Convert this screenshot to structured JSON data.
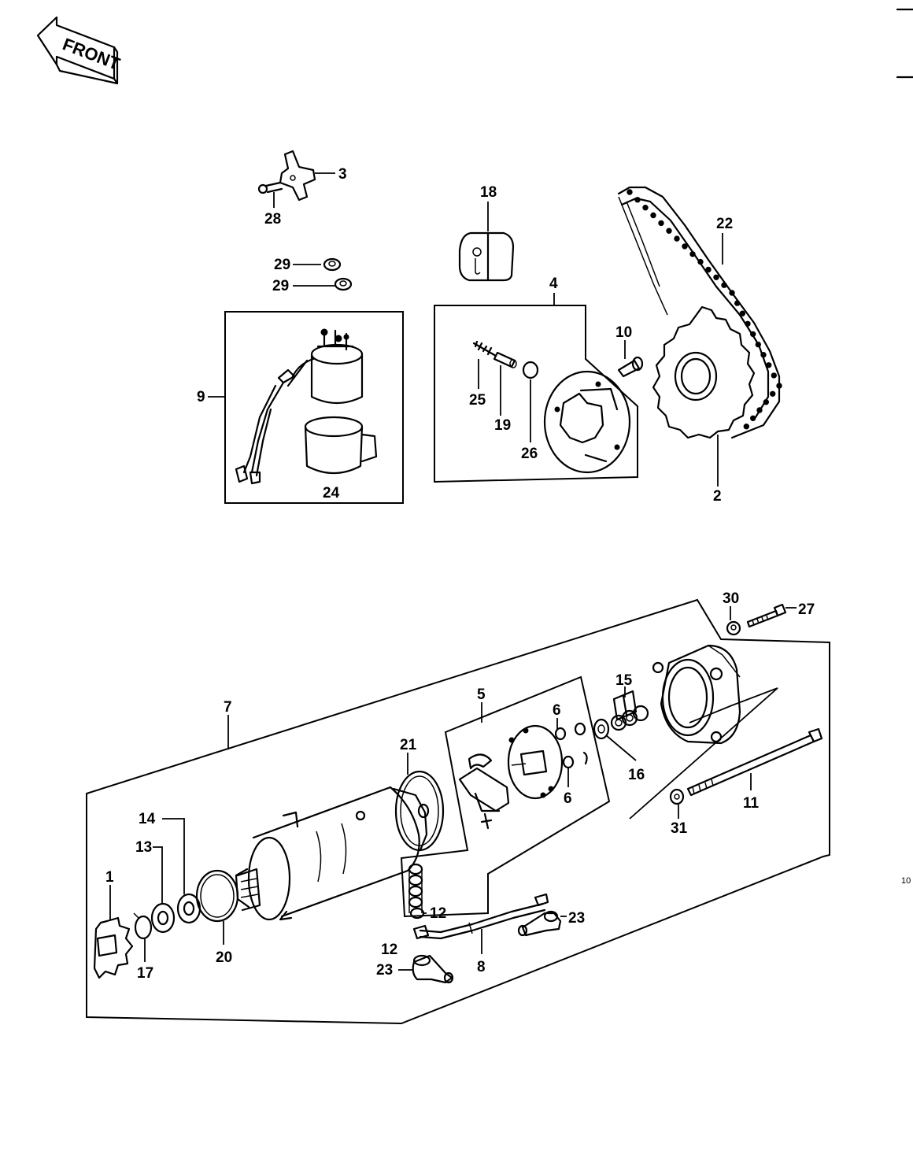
{
  "front_label": "FRONT",
  "page_edge_mark": "10",
  "callouts": {
    "c1": "1",
    "c2": "2",
    "c3": "3",
    "c4": "4",
    "c5": "5",
    "c6a": "6",
    "c6b": "6",
    "c7": "7",
    "c8": "8",
    "c9": "9",
    "c10": "10",
    "c11": "11",
    "c12a": "12",
    "c12b": "12",
    "c13": "13",
    "c14": "14",
    "c15": "15",
    "c16": "16",
    "c17": "17",
    "c18": "18",
    "c19": "19",
    "c20": "20",
    "c21": "21",
    "c22": "22",
    "c23a": "23",
    "c23b": "23",
    "c24": "24",
    "c25": "25",
    "c26": "26",
    "c27": "27",
    "c28": "28",
    "c29a": "29",
    "c29b": "29",
    "c30": "30",
    "c31": "31"
  }
}
